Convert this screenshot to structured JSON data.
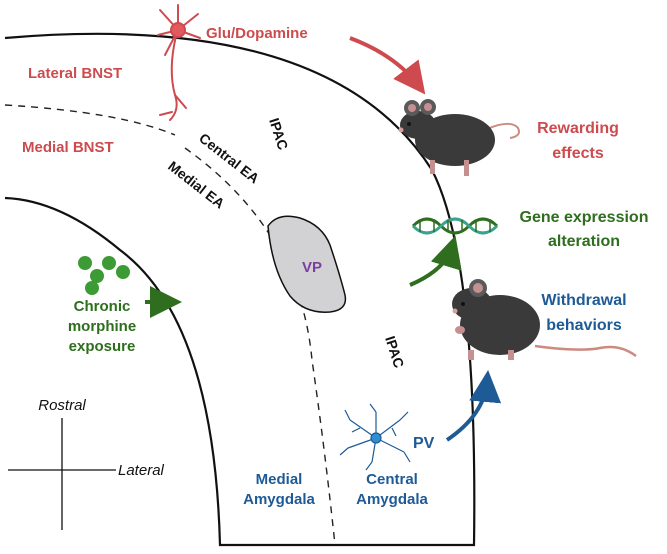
{
  "labels": {
    "lateral_bnst": "Lateral BNST",
    "medial_bnst": "Medial BNST",
    "glu_dopamine": "Glu/Dopamine",
    "rewarding_1": "Rewarding",
    "rewarding_2": "effects",
    "central_ea": "Central EA",
    "medial_ea": "Medial EA",
    "ipac_top": "IPAC",
    "ipac_bottom": "IPAC",
    "vp": "VP",
    "gene_1": "Gene expression",
    "gene_2": "alteration",
    "withdrawal_1": "Withdrawal",
    "withdrawal_2": "behaviors",
    "chronic_1": "Chronic",
    "chronic_2": "morphine",
    "chronic_3": "exposure",
    "pv": "PV",
    "medial_amygdala_1": "Medial",
    "medial_amygdala_2": "Amygdala",
    "central_amygdala_1": "Central",
    "central_amygdala_2": "Amygdala",
    "rostral": "Rostral",
    "lateral": "Lateral"
  },
  "colors": {
    "red": "#cd4b4f",
    "green": "#2e6e1e",
    "green_dot": "#3d9b35",
    "blue": "#1e5a96",
    "purple": "#7b3fa0",
    "vp_fill": "#d2d2d4",
    "mouse": "#3a3a3a",
    "tail": "#cc8a80"
  },
  "icons": [
    "neuron-icon",
    "mouse-icon",
    "dna-helix-icon",
    "morphine-dots-icon",
    "interneuron-icon"
  ]
}
